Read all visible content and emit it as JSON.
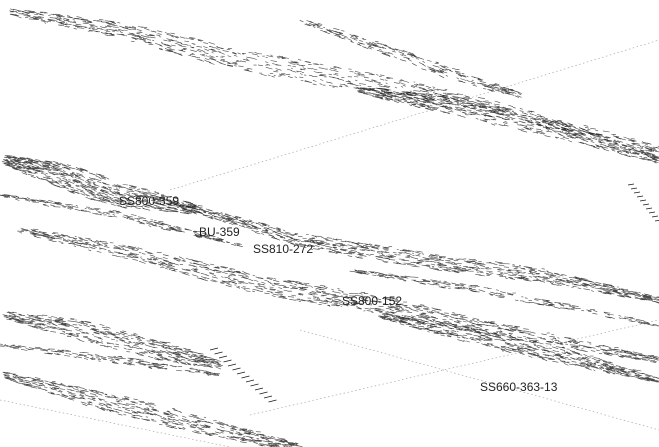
{
  "map": {
    "style": "perspective ground-track wireframe",
    "background_color": "#ffffff",
    "stroke_color": "#1a1a1a",
    "grid_color": "#9a9a9a",
    "labels": [
      {
        "id": "ss800-359",
        "text": "SS800-359"
      },
      {
        "id": "bu-359",
        "text": "BU-359"
      },
      {
        "id": "ss810-272",
        "text": "SS810-272"
      },
      {
        "id": "ss800-152",
        "text": "SS800-152"
      },
      {
        "id": "ss660-363-13",
        "text": "SS660-363-13"
      }
    ]
  }
}
